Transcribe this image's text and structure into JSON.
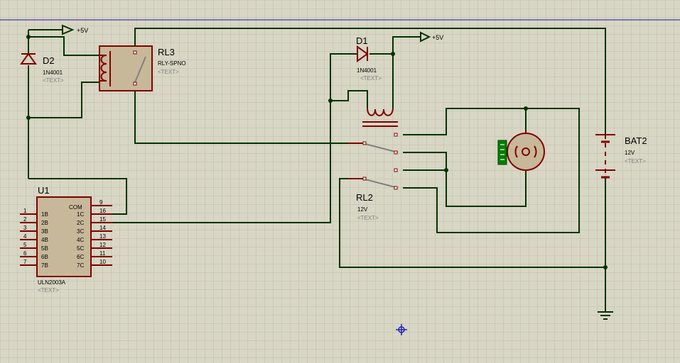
{
  "power": {
    "vcc_left": "+5V",
    "vcc_right": "+5V"
  },
  "d2": {
    "ref": "D2",
    "value": "1N4001",
    "text": "<TEXT>"
  },
  "d1": {
    "ref": "D1",
    "value": "1N4001",
    "text": "<TEXT>"
  },
  "rl3": {
    "ref": "RL3",
    "value": "RLY-SPNO",
    "text": "<TEXT>"
  },
  "rl2": {
    "ref": "RL2",
    "value": "12V",
    "text": "<TEXT>"
  },
  "bat2": {
    "ref": "BAT2",
    "value": "12V",
    "text": "<TEXT>"
  },
  "u1": {
    "ref": "U1",
    "value": "ULN2003A",
    "text": "<TEXT>",
    "com": "COM",
    "left_pins": [
      {
        "num": "1",
        "name": "1B"
      },
      {
        "num": "2",
        "name": "2B"
      },
      {
        "num": "3",
        "name": "3B"
      },
      {
        "num": "4",
        "name": "4B"
      },
      {
        "num": "5",
        "name": "5B"
      },
      {
        "num": "6",
        "name": "6B"
      },
      {
        "num": "7",
        "name": "7B"
      }
    ],
    "right_pins": [
      {
        "num": "9",
        "name": ""
      },
      {
        "num": "16",
        "name": "1C"
      },
      {
        "num": "15",
        "name": "2C"
      },
      {
        "num": "14",
        "name": "3C"
      },
      {
        "num": "13",
        "name": "4C"
      },
      {
        "num": "12",
        "name": "5C"
      },
      {
        "num": "11",
        "name": "6C"
      },
      {
        "num": "10",
        "name": "7C"
      }
    ]
  },
  "colors": {
    "wire": "#003300",
    "part": "#800000",
    "fill": "#c8b89a",
    "grid": "#bfbdaa",
    "text": "#000000",
    "muted": "#808080",
    "motor_tab": "#008000"
  }
}
